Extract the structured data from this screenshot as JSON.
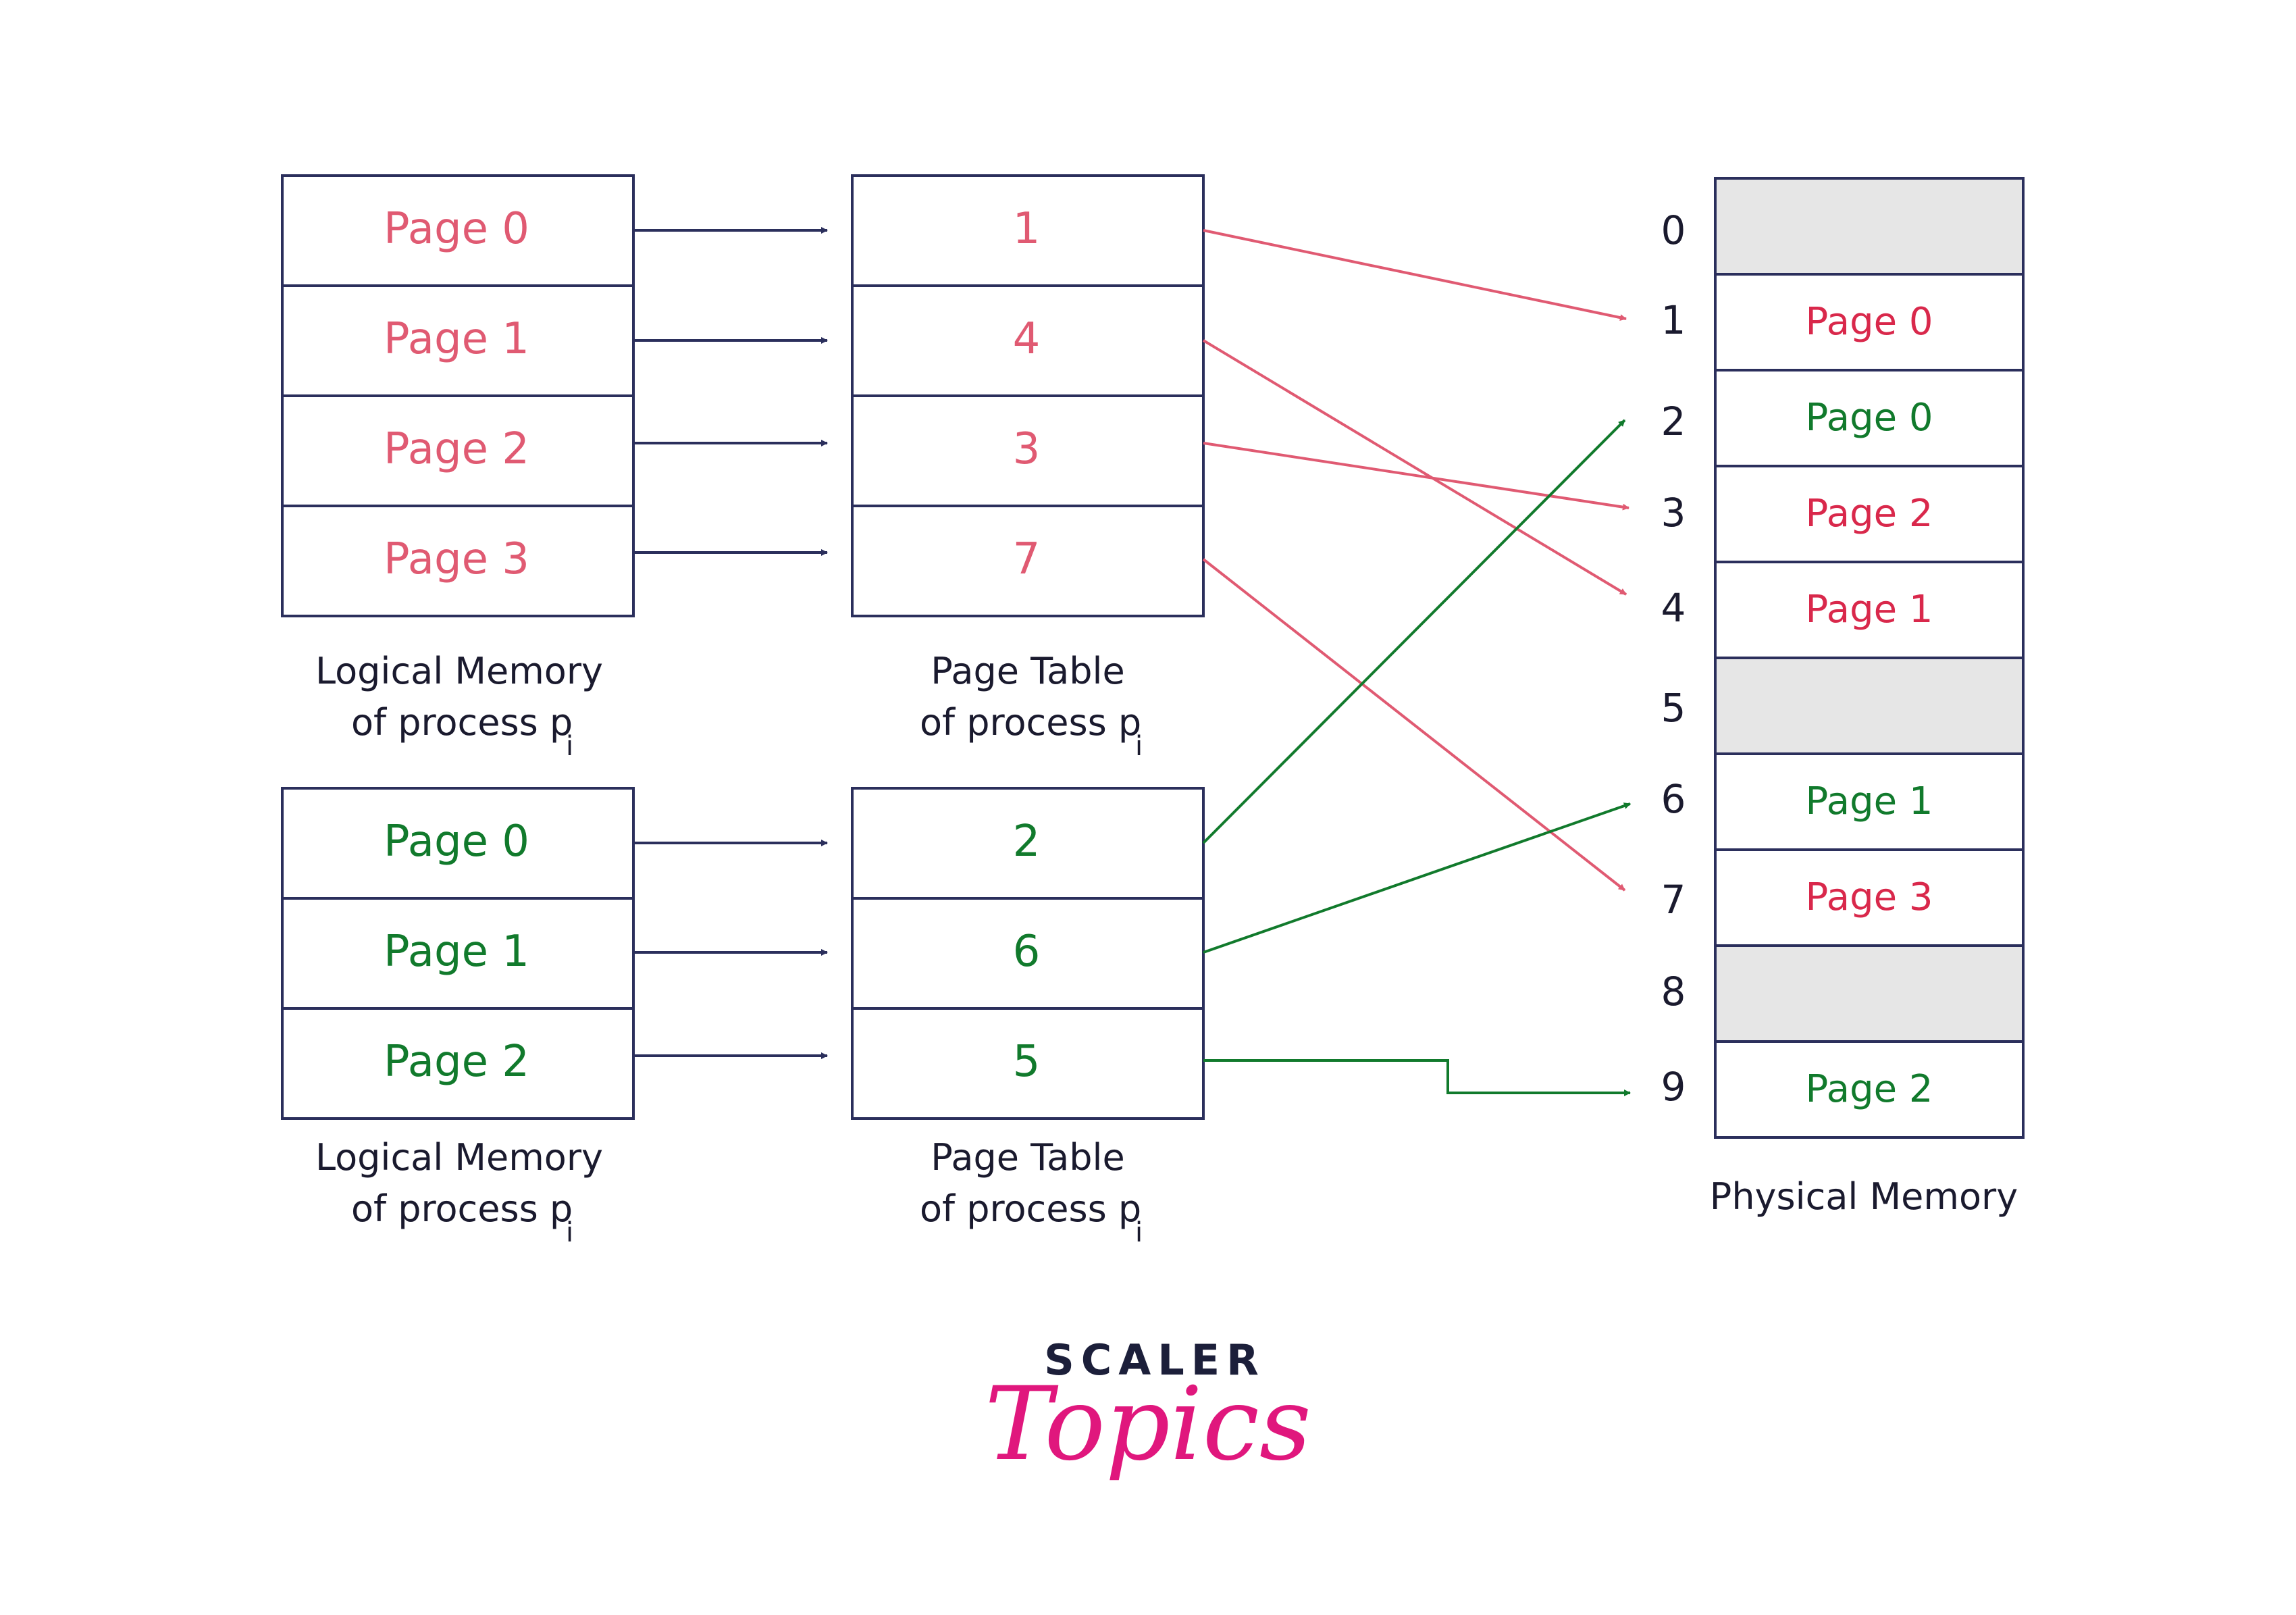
{
  "colors": {
    "red": "#e05a72",
    "red_text_phys": "#d9284b",
    "green": "#117a2c",
    "navy": "#2b2f5c",
    "border": "#2b2f5c",
    "shade": "#e6e6e6",
    "brand_pink": "#e0177d",
    "brand_dark": "#1c1f3a"
  },
  "process1": {
    "logical_pages": [
      "Page 0",
      "Page 1",
      "Page 2",
      "Page 3"
    ],
    "page_table": [
      "1",
      "4",
      "3",
      "7"
    ],
    "logical_caption_line1": "Logical Memory",
    "logical_caption_line2": "of process p",
    "logical_caption_sub": "i",
    "table_caption_line1": "Page Table",
    "table_caption_line2": "of process p",
    "table_caption_sub": "i"
  },
  "process2": {
    "logical_pages": [
      "Page 0",
      "Page 1",
      "Page 2"
    ],
    "page_table": [
      "2",
      "6",
      "5"
    ],
    "logical_caption_line1": "Logical Memory",
    "logical_caption_line2": "of process p",
    "logical_caption_sub": "i",
    "table_caption_line1": "Page Table",
    "table_caption_line2": "of process p",
    "table_caption_sub": "i"
  },
  "physical": {
    "caption": "Physical Memory",
    "frames": [
      {
        "number": "0",
        "label": "",
        "owner": "empty"
      },
      {
        "number": "1",
        "label": "Page 0",
        "owner": "p1"
      },
      {
        "number": "2",
        "label": "Page 0",
        "owner": "p2"
      },
      {
        "number": "3",
        "label": "Page 2",
        "owner": "p1"
      },
      {
        "number": "4",
        "label": "Page 1",
        "owner": "p1"
      },
      {
        "number": "5",
        "label": "",
        "owner": "empty"
      },
      {
        "number": "6",
        "label": "Page 1",
        "owner": "p2"
      },
      {
        "number": "7",
        "label": "Page 3",
        "owner": "p1"
      },
      {
        "number": "8",
        "label": "",
        "owner": "empty"
      },
      {
        "number": "9",
        "label": "Page 2",
        "owner": "p2"
      }
    ]
  },
  "brand": {
    "name_top": "SCALER",
    "name_bottom": "Topics"
  }
}
